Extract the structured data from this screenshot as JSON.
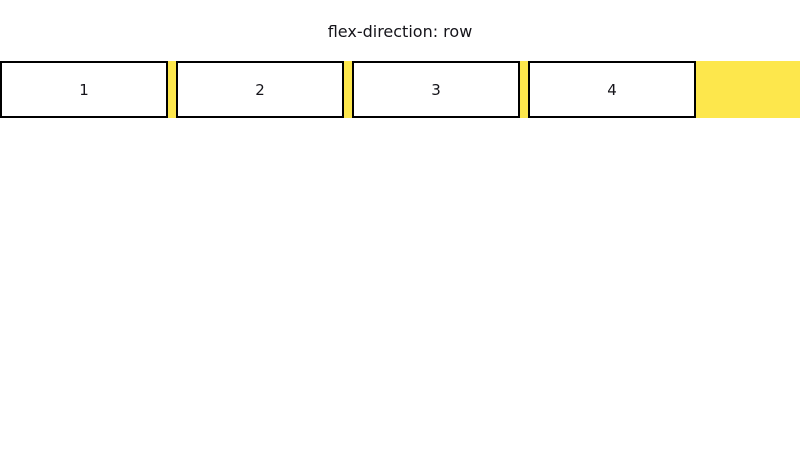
{
  "page": {
    "background": "#ffffff",
    "title": "flex-direction: row"
  },
  "flex_demo": {
    "direction": "row",
    "items": [
      "1",
      "2",
      "3",
      "4"
    ],
    "colors": {
      "container_color": "#fde74c",
      "item_border_color": "#000000",
      "item_bg_color": "#ffffff",
      "item_text_color": "#15141a"
    }
  }
}
